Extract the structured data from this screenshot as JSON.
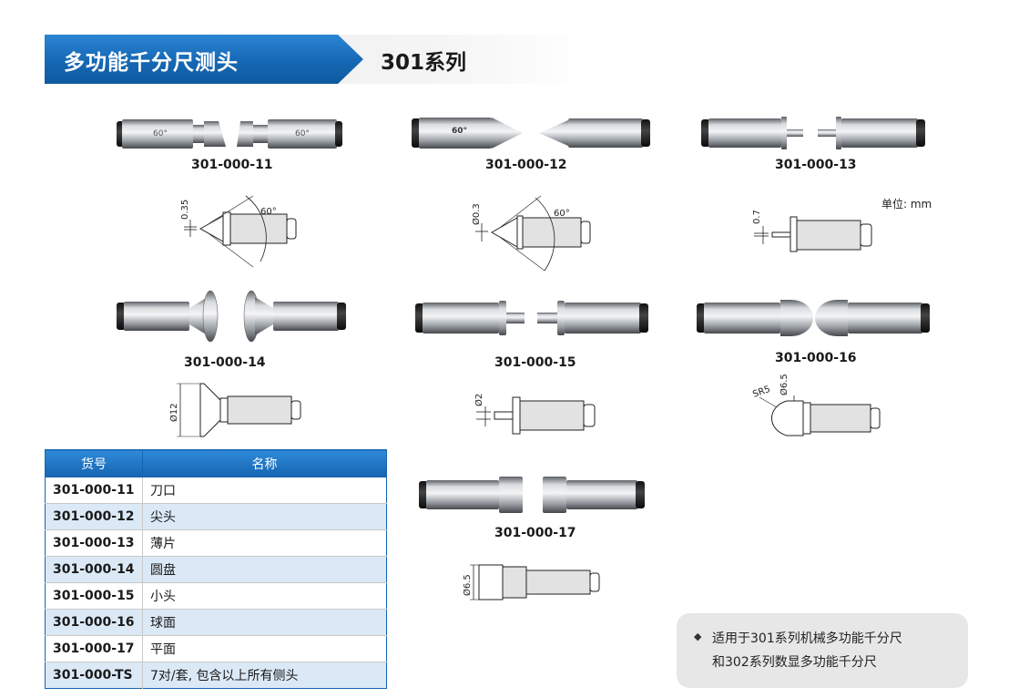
{
  "header": {
    "title": "多功能千分尺测头",
    "series": "301系列"
  },
  "products": [
    {
      "code": "301-000-11",
      "dim": "0.35",
      "angle": "60°",
      "engrave": "60°"
    },
    {
      "code": "301-000-12",
      "dim": "Ø0.3",
      "angle": "60°",
      "engrave": "60°"
    },
    {
      "code": "301-000-13",
      "dim": "0.7"
    },
    {
      "code": "301-000-14",
      "dim": "Ø12"
    },
    {
      "code": "301-000-15",
      "dim": "Ø2"
    },
    {
      "code": "301-000-16",
      "dim": "Ø6.5",
      "radius": "SR5"
    },
    {
      "code": "301-000-17",
      "dim": "Ø6.5"
    }
  ],
  "unit_note": "单位: mm",
  "table": {
    "headers": [
      "货号",
      "名称"
    ],
    "rows": [
      {
        "code": "301-000-11",
        "name": "刀口"
      },
      {
        "code": "301-000-12",
        "name": "尖头"
      },
      {
        "code": "301-000-13",
        "name": "薄片"
      },
      {
        "code": "301-000-14",
        "name": "圆盘"
      },
      {
        "code": "301-000-15",
        "name": "小头"
      },
      {
        "code": "301-000-16",
        "name": "球面"
      },
      {
        "code": "301-000-17",
        "name": "平面"
      },
      {
        "code": "301-000-TS",
        "name": "7对/套, 包含以上所有侧头"
      }
    ]
  },
  "note": {
    "bullet": "◆",
    "lines": [
      "适用于301系列机械多功能千分尺",
      "和302系列数显多功能千分尺"
    ]
  }
}
